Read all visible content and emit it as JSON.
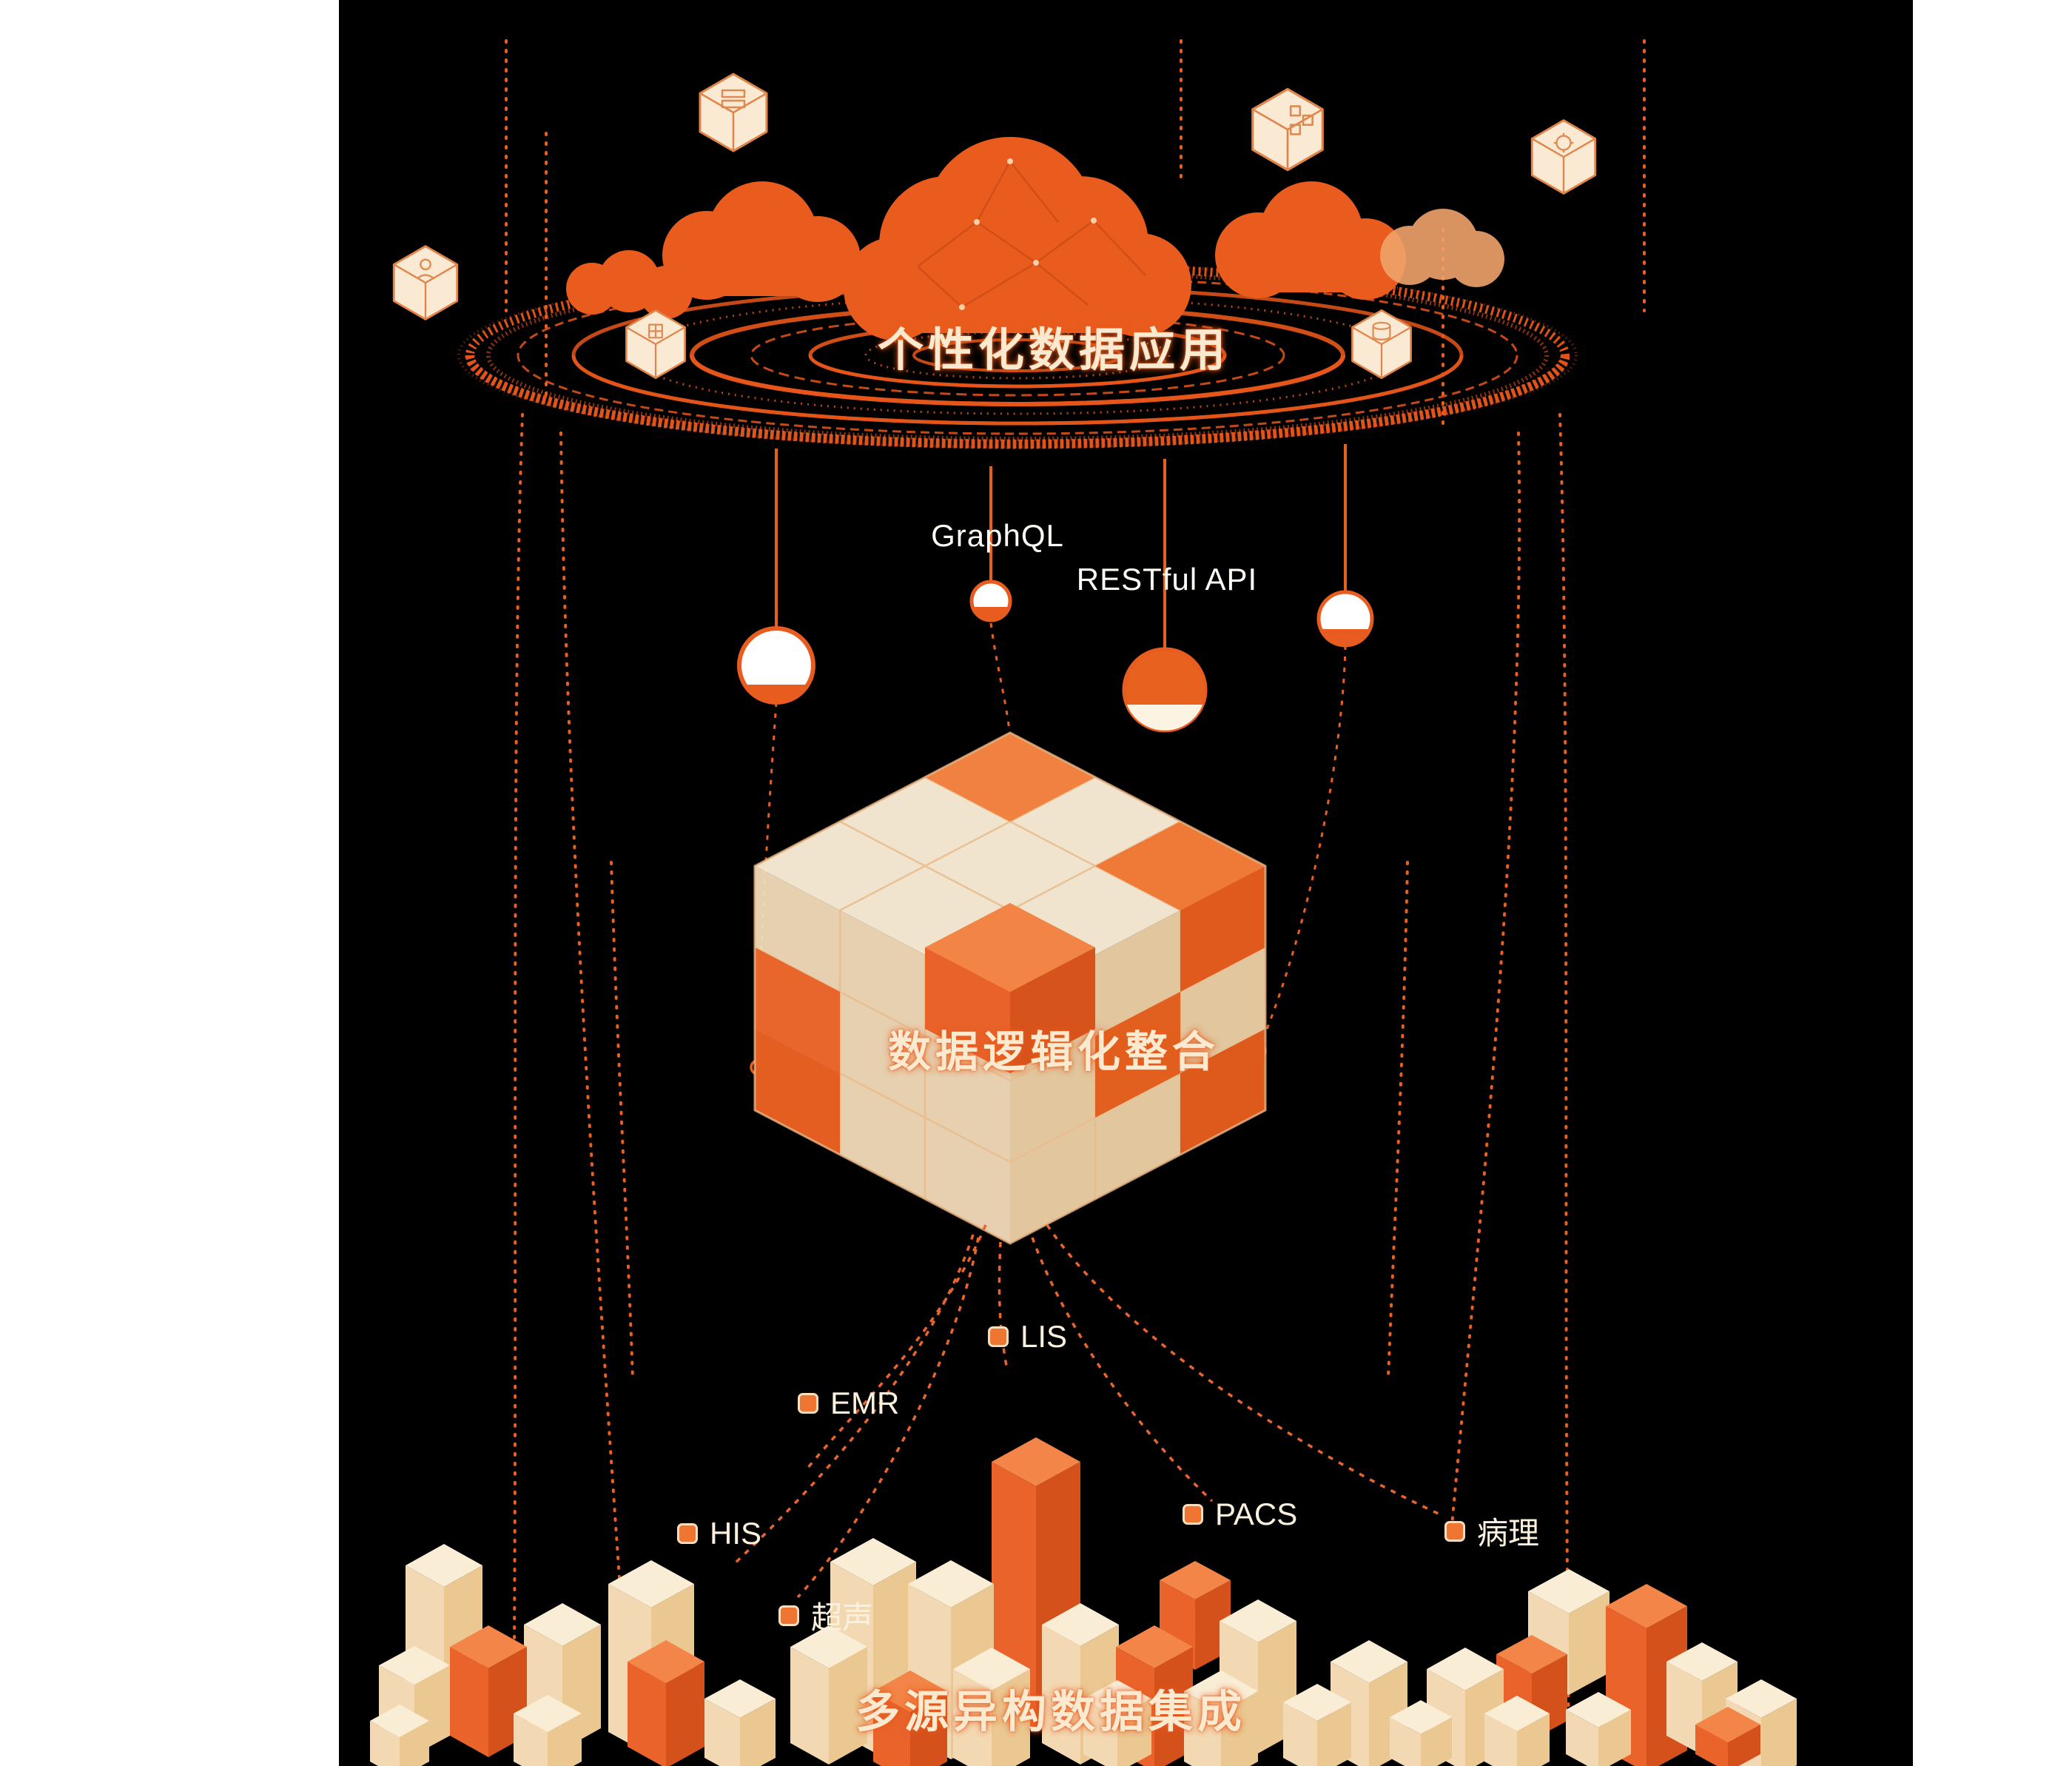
{
  "colors": {
    "background": "#000000",
    "accent": "#E85C1F",
    "accent_light": "#F28547",
    "cream": "#FAEBD2"
  },
  "top_section": {
    "title": "个性化数据应用"
  },
  "api": {
    "graphql_label": "GraphQL",
    "restful_label": "RESTful API"
  },
  "middle_section": {
    "title": "数据逻辑化整合"
  },
  "bottom_section": {
    "title": "多源异构数据集成"
  },
  "sources": [
    {
      "label": "EMR"
    },
    {
      "label": "LIS"
    },
    {
      "label": "HIS"
    },
    {
      "label": "PACS"
    },
    {
      "label": "病理"
    },
    {
      "label": "超声"
    }
  ],
  "decor_icons": [
    "cloud-cluster-icon",
    "orbit-rings-icon",
    "server-cube-icon",
    "blocks-cube-icon",
    "gear-cube-icon",
    "person-cube-icon",
    "box-cube-icon",
    "database-cube-icon",
    "pendulum-ball-icon",
    "integration-cube-icon",
    "iso-city-icon"
  ]
}
